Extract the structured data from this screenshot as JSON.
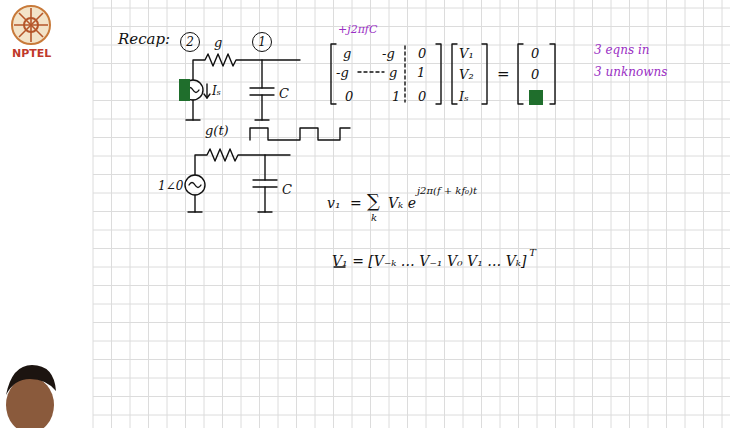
{
  "diagram": {
    "nodes": [
      {
        "text": [
          "2"
        ]
      },
      {
        "text": [
          "1"
        ]
      }
    ],
    "labels": [
      "Recap:",
      "g",
      "Iₛ",
      "C",
      "+j2πfC",
      "g",
      "-g",
      "0",
      "-g",
      "g",
      "1",
      "0",
      "1",
      "0",
      "V₁",
      "V₂",
      "Iₛ",
      "=",
      "0",
      "0",
      "3 eqns in",
      "3 unknowns",
      "g(t)",
      "1∠0",
      "C",
      "v₁",
      "=",
      "∑",
      "k",
      "Vₖ e",
      "j2π(f + kf₀)t",
      "V₁ = [V₋ₖ … V₋₁ V₀ V₁ … Vₖ]",
      "T",
      "NPTEL"
    ]
  }
}
